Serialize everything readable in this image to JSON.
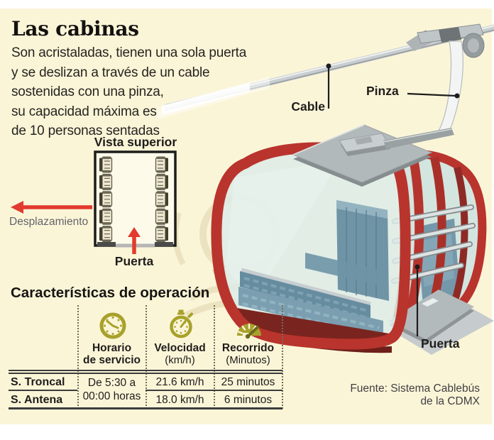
{
  "header": {
    "title": "Las cabinas",
    "description": "Son acristaladas, tienen una sola puerta\ny se deslizan a través de un cable\nsostenidas con una pinza,\nsu capacidad máxima es\nde 10 personas sentadas"
  },
  "top_view": {
    "title": "Vista superior",
    "displacement_label": "Desplazamiento",
    "door_label": "Puerta",
    "seats_per_side": 5
  },
  "cabin_labels": {
    "cable": "Cable",
    "clamp": "Pinza",
    "door": "Puerta"
  },
  "operation": {
    "title": "Características de operación",
    "columns": [
      {
        "icon": "clock-icon",
        "label": "Horario\nde servicio",
        "sub": ""
      },
      {
        "icon": "stopwatch-icon",
        "label": "Velocidad",
        "sub": "(km/h)"
      },
      {
        "icon": "speedometer-icon",
        "label": "Recorrido",
        "sub": "(Minutos)"
      }
    ],
    "schedule_value": "De 5:30 a\n00:00 horas",
    "rows": [
      {
        "label": "S. Troncal",
        "speed": "21.6 km/h",
        "duration": "25 minutos"
      },
      {
        "label": "S. Antena",
        "speed": "18.0 km/h",
        "duration": "6 minutos"
      }
    ]
  },
  "source": {
    "text": "Fuente: Sistema Cablebús\nde la CDMX"
  },
  "colors": {
    "background": "#fbf5d8",
    "cabin_red": "#b9342d",
    "accent_red": "#e23a2e",
    "olive": "#a8a12b",
    "metal_gray": "#b3babc"
  }
}
